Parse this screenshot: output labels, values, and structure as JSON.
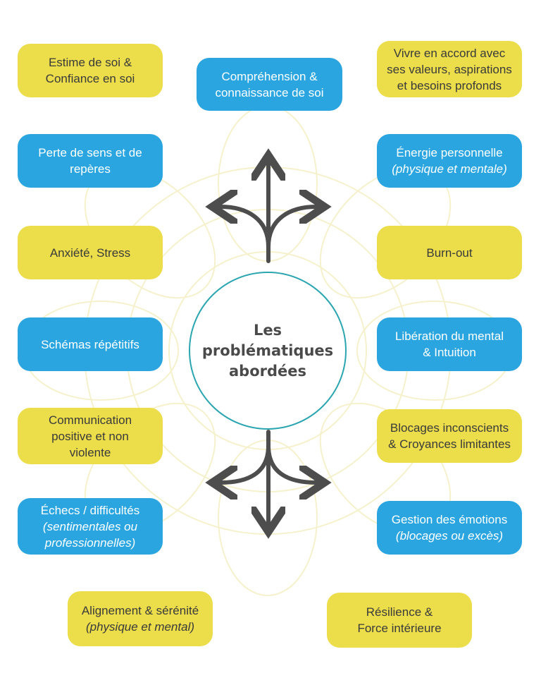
{
  "center": {
    "title": "Les problématiques abordées"
  },
  "colors": {
    "yellow": "#ecdd4a",
    "blue": "#2aa5e0",
    "arrow": "#4d4d4d",
    "circle": "#2ba6b0"
  },
  "items": {
    "estime": {
      "line1": "Estime de soi &",
      "line2": "Confiance en soi"
    },
    "comprehension": {
      "line1": "Compréhension &",
      "line2": "connaissance de soi"
    },
    "vivre": {
      "line1": "Vivre en accord avec",
      "line2": "ses valeurs, aspirations",
      "line3": "et besoins profonds"
    },
    "perte": {
      "line1": "Perte de sens et de",
      "line2": "repères"
    },
    "energie": {
      "line1": "Énergie personnelle",
      "sub": "(physique et mentale)"
    },
    "anxiete": {
      "line1": "Anxiété, Stress"
    },
    "burnout": {
      "line1": "Burn-out"
    },
    "schemas": {
      "line1": "Schémas répétitifs"
    },
    "liberation": {
      "line1": "Libération du mental",
      "line2": "& Intuition"
    },
    "communication": {
      "line1": "Communication",
      "line2": "positive et non",
      "line3": "violente"
    },
    "blocages": {
      "line1": "Blocages inconscients",
      "line2": "& Croyances limitantes"
    },
    "echecs": {
      "line1": "Échecs / difficultés",
      "sub1": "(sentimentales ou",
      "sub2": "professionnelles)"
    },
    "gestion": {
      "line1": "Gestion des émotions",
      "sub": "(blocages ou excès)"
    },
    "alignement": {
      "line1": "Alignement & sérénité",
      "sub": "(physique et mental)"
    },
    "resilience": {
      "line1": "Résilience &",
      "line2": "Force intérieure"
    }
  }
}
